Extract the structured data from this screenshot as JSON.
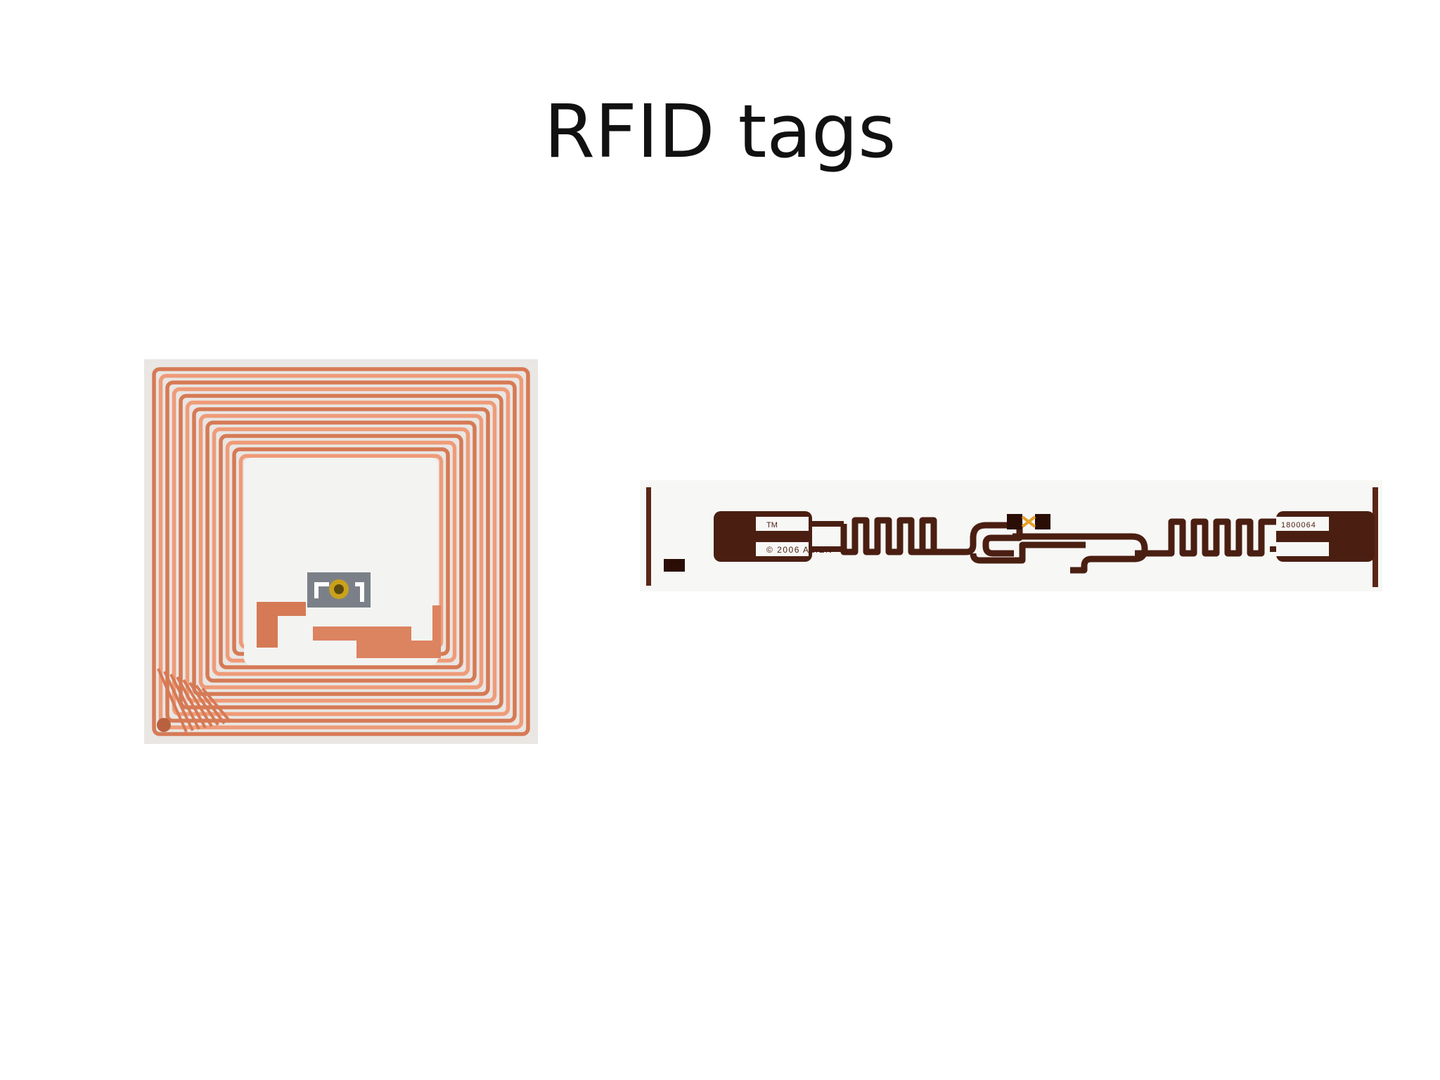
{
  "slide": {
    "title": "RFID tags"
  },
  "colors": {
    "copper": "#d67a55",
    "copper_light": "#ef9b79",
    "dark_trace": "#4a1f12",
    "substrate": "#f4f4f2"
  },
  "hf_tag": {
    "icon": "square-coil-antenna-icon"
  },
  "uhf_tag": {
    "icon": "dipole-antenna-icon",
    "trademark": "TM",
    "copyright": "© 2006 ALIEN",
    "serial": "1800064"
  }
}
